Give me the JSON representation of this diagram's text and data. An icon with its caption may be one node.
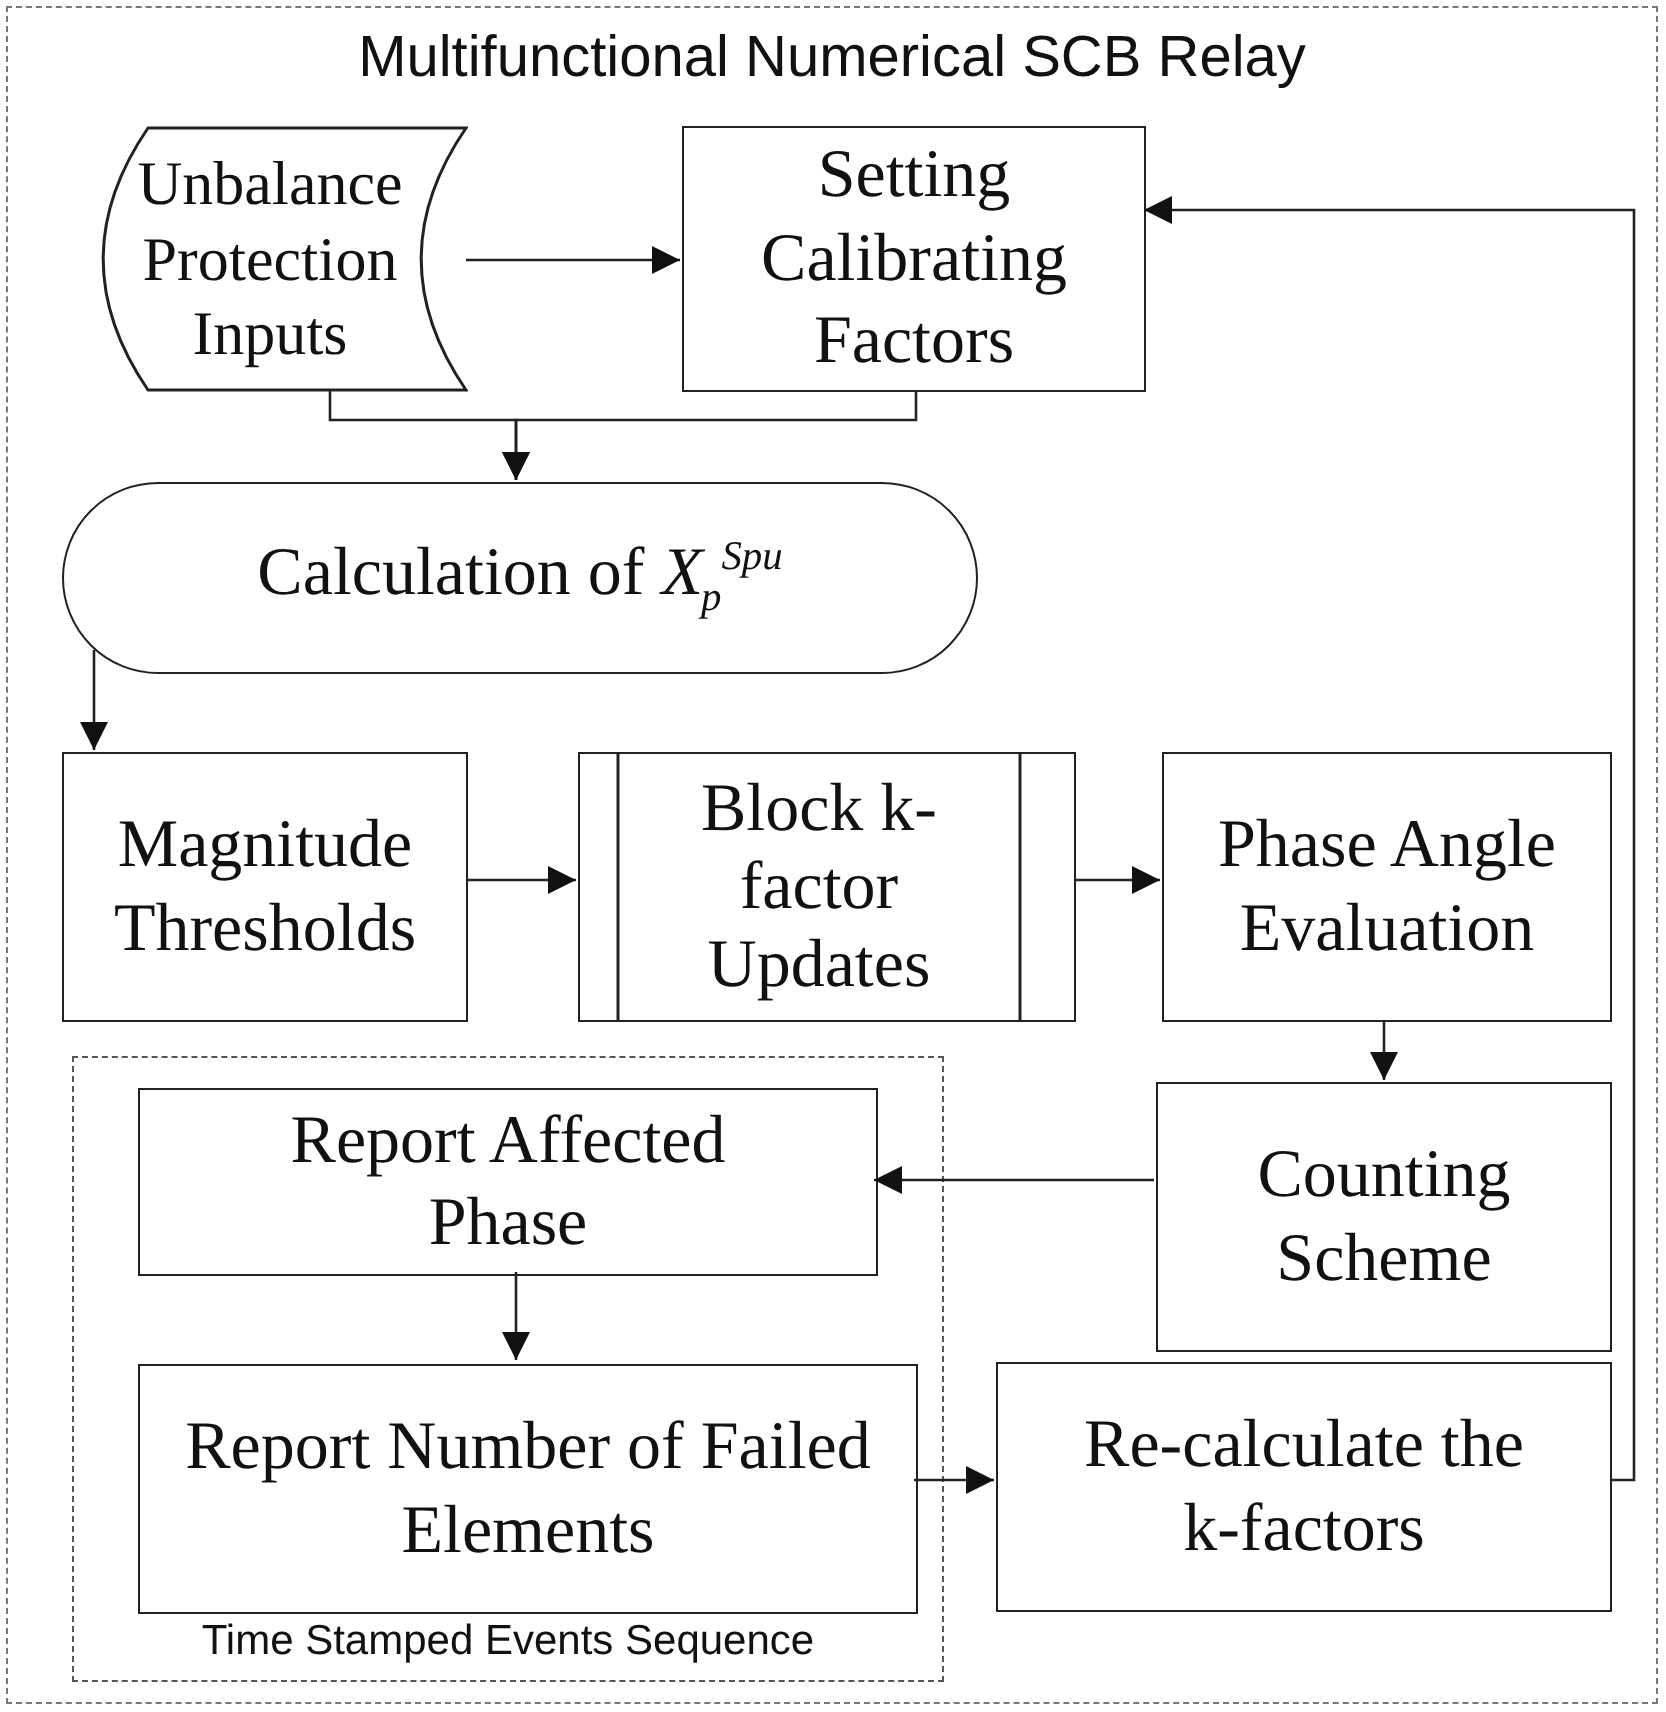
{
  "diagram": {
    "nodes": [
      {
        "text": [
          "Multifunctional Numerical SCB Relay"
        ]
      },
      {
        "text": [
          "Unbalance Protection Inputs"
        ],
        "in": 0
      },
      {
        "text": [
          "Setting Calibrating Factors"
        ],
        "in": 0
      },
      {
        "text": [
          "Calculation of *X*$_{p}$$^{Spu}$"
        ],
        "in": 0
      },
      {
        "text": [
          "Magnitude Thresholds"
        ],
        "in": 0
      },
      {
        "text": [
          "Block k-factor Updates"
        ],
        "in": 0
      },
      {
        "text": [
          "Phase Angle Evaluation"
        ],
        "in": 0
      },
      {
        "text": [
          "Time Stamped Events Sequence"
        ],
        "in": 0
      },
      {
        "text": [
          "Report Affected Phase"
        ],
        "in": 7
      },
      {
        "text": [
          "Counting Scheme"
        ],
        "in": 0
      },
      {
        "text": [
          "Report Number of Failed Elements"
        ],
        "in": 7
      },
      {
        "text": [
          "Re-calculate the k-factors"
        ],
        "in": 0
      }
    ],
    "edges": [
      {
        "from": 1,
        "to": 2,
        "arrow": "to"
      },
      {
        "from": 1,
        "to": 3,
        "arrow": "to"
      },
      {
        "from": 2,
        "to": 3,
        "arrow": "to"
      },
      {
        "from": 3,
        "to": 4,
        "arrow": "to"
      },
      {
        "from": 4,
        "to": 5,
        "arrow": "to"
      },
      {
        "from": 5,
        "to": 6,
        "arrow": "to"
      },
      {
        "from": 6,
        "to": 9,
        "arrow": "to"
      },
      {
        "from": 9,
        "to": 8,
        "arrow": "to"
      },
      {
        "from": 8,
        "to": 10,
        "arrow": "to"
      },
      {
        "from": 10,
        "to": 11,
        "arrow": "to"
      },
      {
        "from": 11,
        "to": 2,
        "arrow": "to"
      }
    ]
  }
}
